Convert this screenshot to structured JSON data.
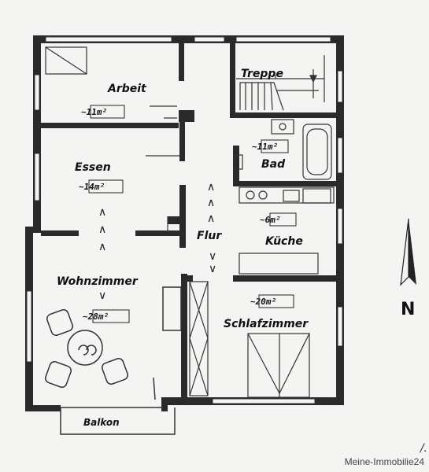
{
  "rooms": {
    "arbeit": {
      "name": "Arbeit",
      "area": "~11m²"
    },
    "treppe": {
      "name": "Treppe"
    },
    "bad": {
      "name": "Bad",
      "area": "~11m²"
    },
    "essen": {
      "name": "Essen",
      "area": "~14m²"
    },
    "kueche": {
      "name": "Küche",
      "area": "~6m²"
    },
    "flur": {
      "name": "Flur"
    },
    "wohnzimmer": {
      "name": "Wohnzimmer",
      "area": "~28m²"
    },
    "schlafzimmer": {
      "name": "Schlafzimmer",
      "area": "~20m²"
    },
    "balkon": {
      "name": "Balkon"
    }
  },
  "compass": {
    "label": "N"
  },
  "watermark": "Meine-Immobilie24",
  "colors": {
    "wall": "#2a2a2a",
    "line": "#333333",
    "paper": "#f4f4f2"
  },
  "icons": {
    "arrow_up": "∧",
    "arrow_down": "∨"
  }
}
